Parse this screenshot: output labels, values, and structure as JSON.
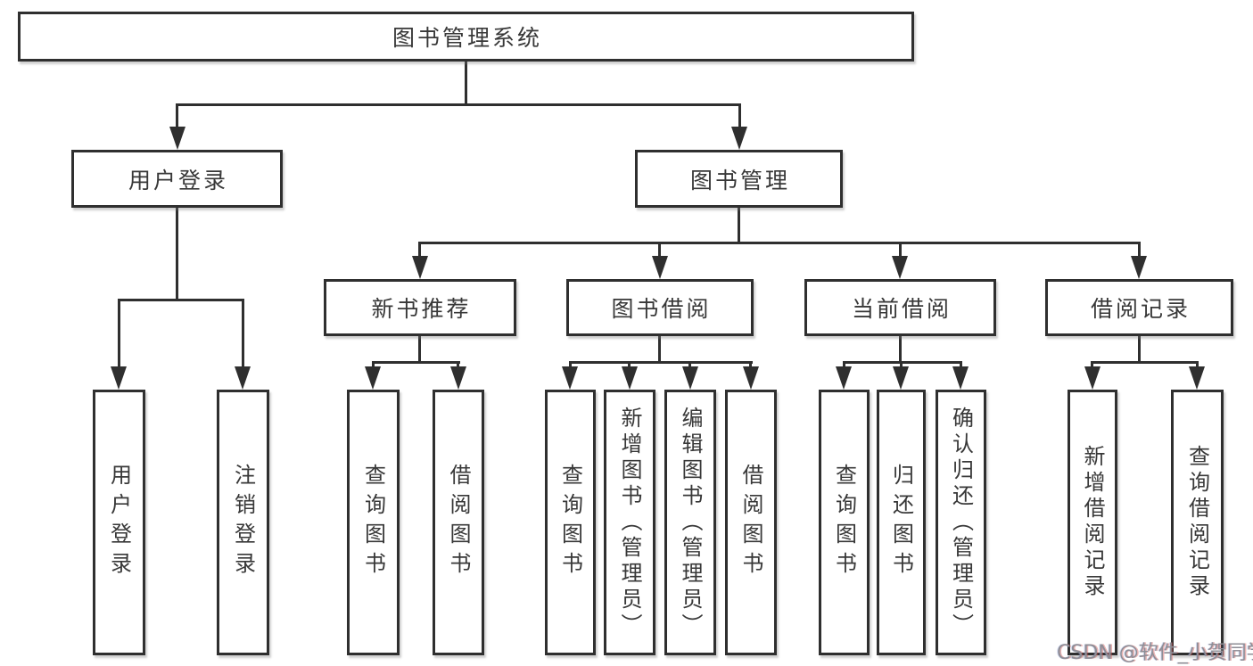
{
  "diagram": {
    "root": {
      "label": "图书管理系统"
    },
    "level1": {
      "user_login": {
        "label": "用户登录"
      },
      "book_management": {
        "label": "图书管理"
      }
    },
    "level2": {
      "new_book_recommend": {
        "label": "新书推荐"
      },
      "book_borrowing": {
        "label": "图书借阅"
      },
      "current_borrowing": {
        "label": "当前借阅"
      },
      "borrowing_records": {
        "label": "借阅记录"
      }
    },
    "leaves": {
      "user_login": {
        "label": "用户登录"
      },
      "logout_login": {
        "label": "注销登录"
      },
      "recommend_query_books": {
        "label": "查询图书"
      },
      "recommend_borrow_books": {
        "label": "借阅图书"
      },
      "borrowing_query_books": {
        "label": "查询图书"
      },
      "borrowing_add_books_admin": {
        "label": "新增图书（管理员）"
      },
      "borrowing_edit_books_admin": {
        "label": "编辑图书（管理员）"
      },
      "borrowing_borrow_books": {
        "label": "借阅图书"
      },
      "current_query_books": {
        "label": "查询图书"
      },
      "current_return_books": {
        "label": "归还图书"
      },
      "current_confirm_return_admin": {
        "label": "确认归还（管理员）"
      },
      "records_add_record": {
        "label": "新增借阅记录"
      },
      "records_query_record": {
        "label": "查询借阅记录"
      }
    }
  },
  "watermark": {
    "text": "CSDN @软件_小贺同学"
  },
  "colors": {
    "line": "#2f2f2f",
    "text": "#383838",
    "background": "#ffffff",
    "watermark": "#8e8e96"
  }
}
